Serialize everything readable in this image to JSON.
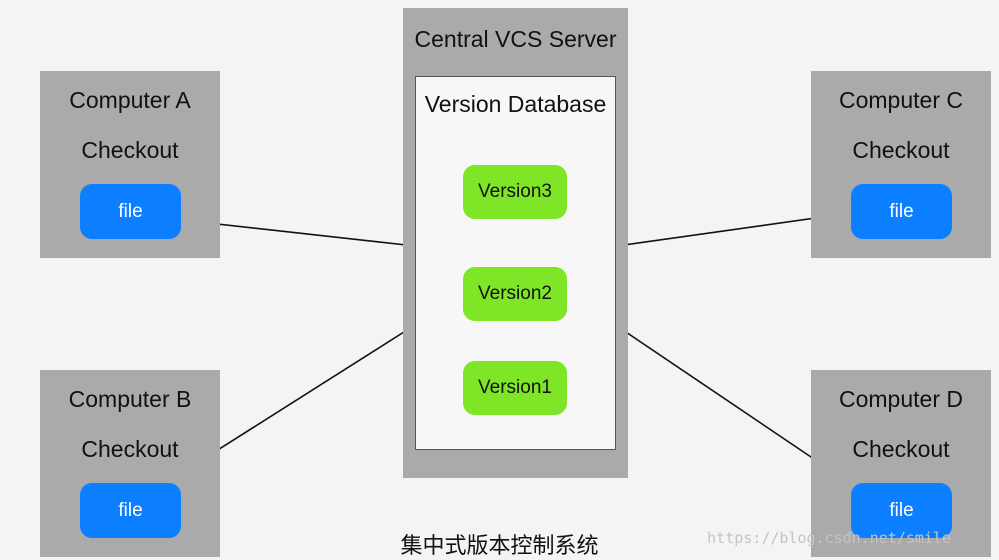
{
  "server": {
    "title": "Central VCS Server",
    "database": {
      "title": "Version Database",
      "versions": [
        "Version3",
        "Version2",
        "Version1"
      ]
    }
  },
  "computers": [
    {
      "title": "Computer A",
      "sub": "Checkout",
      "file": "file"
    },
    {
      "title": "Computer B",
      "sub": "Checkout",
      "file": "file"
    },
    {
      "title": "Computer C",
      "sub": "Checkout",
      "file": "file"
    },
    {
      "title": "Computer D",
      "sub": "Checkout",
      "file": "file"
    }
  ],
  "caption": "集中式版本控制系统",
  "watermark": "https://blog.csdn.net/smile",
  "colors": {
    "background": "#f4f4f4",
    "panel": "#aaaaaa",
    "file": "#0b7fff",
    "version": "#7ee627"
  }
}
